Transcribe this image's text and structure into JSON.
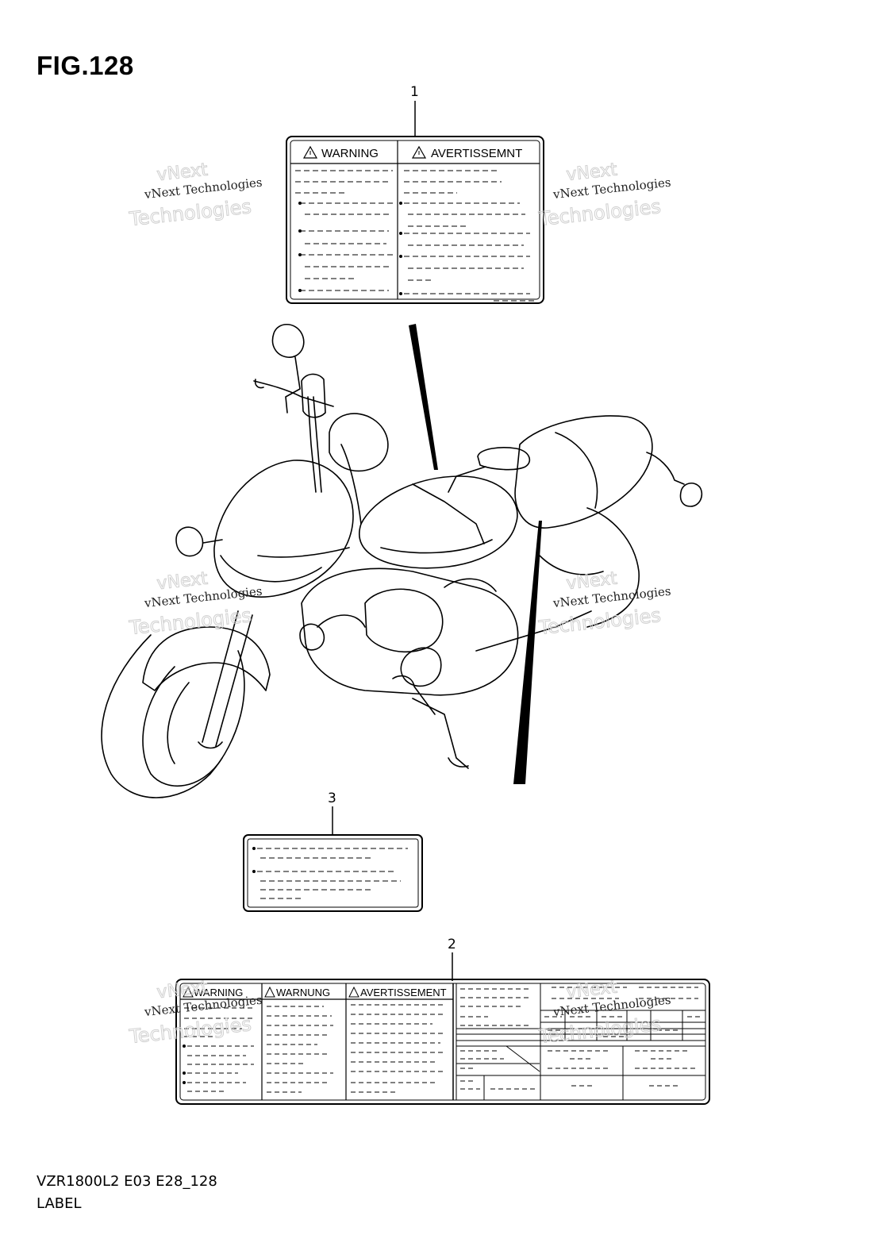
{
  "figure": {
    "title": "FIG.128"
  },
  "callouts": [
    {
      "id": "1"
    },
    {
      "id": "2"
    },
    {
      "id": "3"
    }
  ],
  "label1": {
    "head_left": "WARNING",
    "head_right": "AVERTISSEMNT"
  },
  "label2": {
    "head_1": "WARNING",
    "head_2": "WARNUNG",
    "head_3": "AVERTISSEMENT"
  },
  "watermark": {
    "line1": "vNext Technologies",
    "line2": "Technologies",
    "line0": "vNext"
  },
  "footer": {
    "model_code": "VZR1800L2 E03 E28_128",
    "description": "LABEL"
  }
}
